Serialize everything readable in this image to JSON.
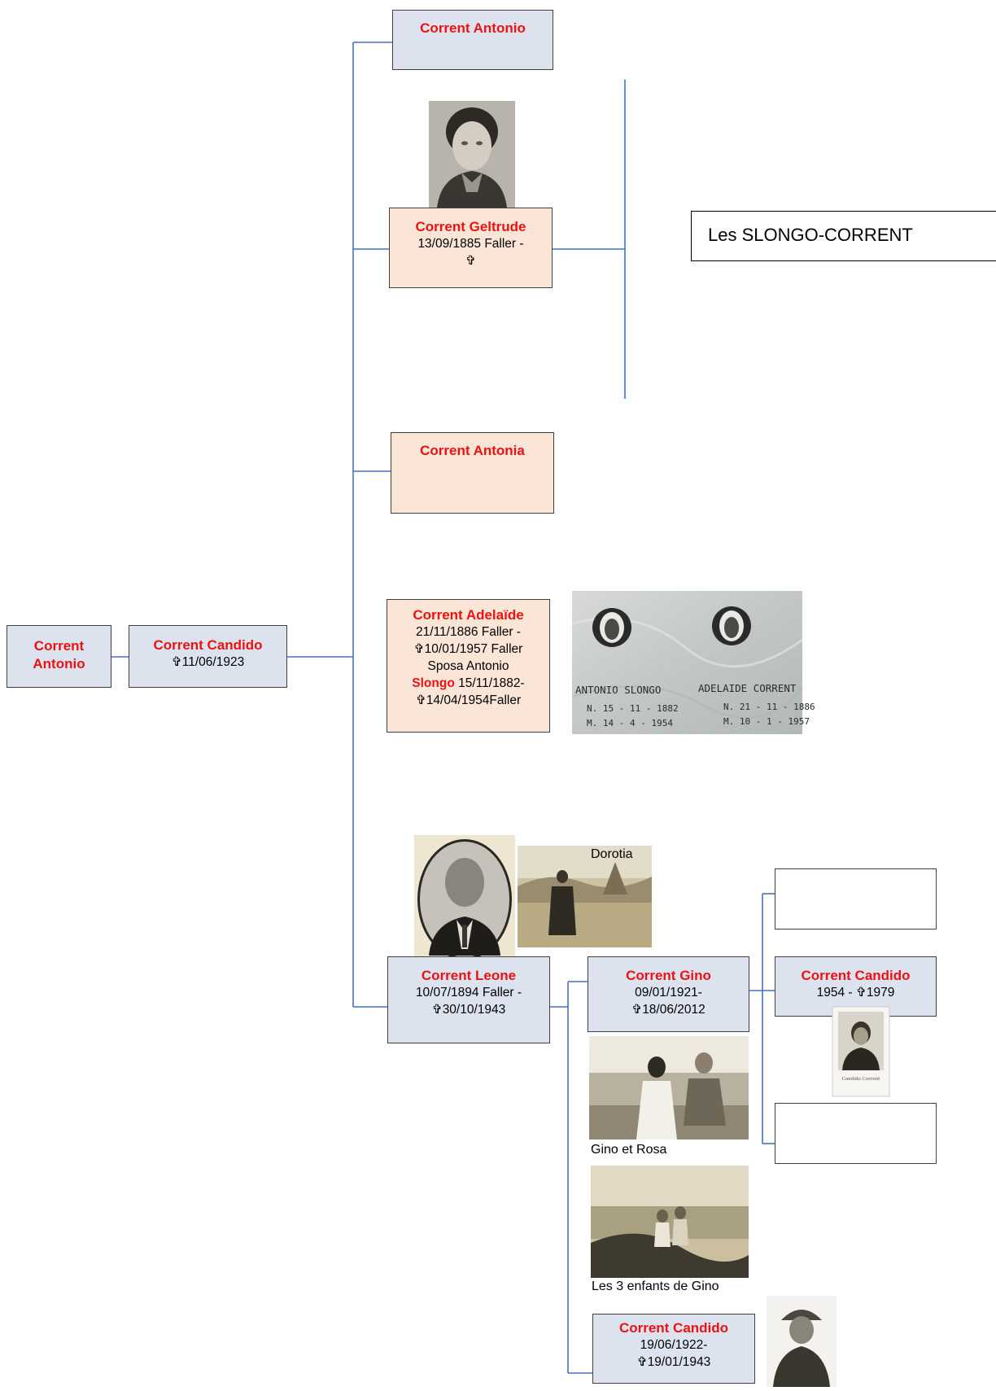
{
  "title": "Les SLONGO-CORRENT",
  "cross": "✞",
  "people": {
    "grandfather": {
      "name": "Corrent\nAntonio"
    },
    "candido_sr": {
      "name": "Corrent Candido",
      "dates": "✞11/06/1923"
    },
    "antonio": {
      "name": "Corrent Antonio"
    },
    "geltrude": {
      "name": "Corrent Geltrude",
      "line1": "13/09/1885 Faller -",
      "line2": "✞"
    },
    "antonia": {
      "name": "Corrent Antonia"
    },
    "adelaide": {
      "name": "Corrent Adelaïde",
      "line1": "21/11/1886 Faller -",
      "line2": "✞10/01/1957 Faller",
      "line3": "Sposa Antonio",
      "spouse_name": "Slongo",
      "line4": " 15/11/1882-",
      "line5": "✞14/04/1954Faller"
    },
    "leone": {
      "name": "Corrent Leone",
      "line1": "10/07/1894 Faller -",
      "line2": "✞30/10/1943"
    },
    "gino": {
      "name": "Corrent Gino",
      "line1": "09/01/1921-",
      "line2": "✞18/06/2012"
    },
    "candido_jr": {
      "name": "Corrent Candido",
      "line1": "1954 - ✞1979"
    },
    "candido_22": {
      "name": "Corrent Candido",
      "line1": "19/06/1922-",
      "line2": "✞19/01/1943"
    }
  },
  "captions": {
    "dorotia": "Dorotia",
    "gino_rosa": "Gino et Rosa",
    "enfants": "Les 3 enfants de Gino"
  },
  "tombstone": {
    "left_name": "ANTONIO SLONGO",
    "left_n": "N. 15 - 11 - 1882",
    "left_m": "M. 14 - 4 - 1954",
    "right_name": "ADELAIDE CORRENT",
    "right_n": "N. 21 - 11 - 1886",
    "right_m": "M. 10 - 1 - 1957"
  },
  "portrait_caption": "Candido Corrent",
  "colors": {
    "line": "#4472c4",
    "name_red": "#ee1111",
    "box_blue": "#dce3ef",
    "box_peach": "#fbe5d6"
  }
}
